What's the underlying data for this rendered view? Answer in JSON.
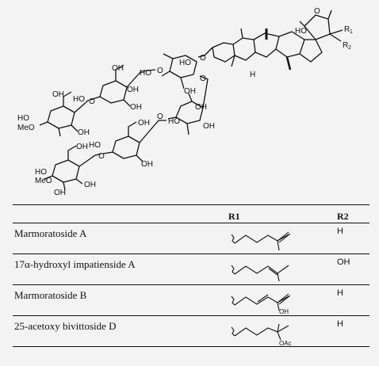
{
  "structure": {
    "aglycone_labels": {
      "ho": "HO",
      "o_ring": "O",
      "r1": "R",
      "r1_sub": "1",
      "r2": "R",
      "r2_sub": "2",
      "h": "H"
    },
    "sugar_labels": {
      "ho_a": "HO",
      "o_link1": "O",
      "oh_a": "OH",
      "oh_b": "OH",
      "ho_b": "HO",
      "oh_c": "OH",
      "oh_d": "OH",
      "o_link2": "O",
      "oh_e": "OH",
      "ho_c": "HO",
      "meo_a": "MeO",
      "oh_f": "OH",
      "o_link3": "O",
      "oh_g": "OH",
      "ho_d": "HO",
      "o_link4": "O",
      "oh_h": "OH",
      "ho_e": "HO",
      "oh_i": "OH",
      "oh_j": "OH",
      "o_link5": "O",
      "oh_k": "OH",
      "ho_f": "HO",
      "meo_b": "MeO",
      "oh_l": "OH",
      "o_link6": "O"
    }
  },
  "table": {
    "headers": {
      "r1": "R1",
      "r2": "R2"
    },
    "rows": [
      {
        "name": "Marmoratoside A",
        "r2": "H",
        "sub_label": ""
      },
      {
        "name": "17α-hydroxyl impatienside A",
        "r2": "OH",
        "sub_label": ""
      },
      {
        "name": "Marmoratoside B",
        "r2": "H",
        "sub_label": "OH"
      },
      {
        "name": "25-acetoxy bivittoside D",
        "r2": "H",
        "sub_label": "OAc"
      }
    ]
  }
}
